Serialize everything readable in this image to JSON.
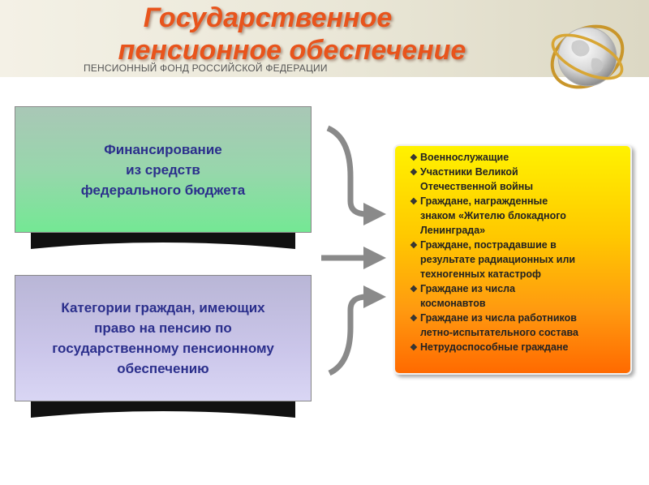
{
  "header": {
    "title_line1": "Государственное",
    "title_line2": "пенсионное обеспечение",
    "subtitle": "ПЕНСИОННЫЙ ФОНД РОССИЙСКОЙ ФЕДЕРАЦИИ"
  },
  "boxes": {
    "financing": [
      "Финансирование",
      "из средств",
      "федерального бюджета"
    ],
    "categories": [
      "Категории граждан, имеющих",
      "право на пенсию по",
      "государственному пенсионному",
      "обеспечению"
    ]
  },
  "list": {
    "items": [
      [
        "Военнослужащие"
      ],
      [
        "Участники Великой",
        "Отечественной войны"
      ],
      [
        "Граждане, награжденные",
        "знаком «Жителю блокадного",
        "Ленинграда»"
      ],
      [
        "Граждане, пострадавшие в",
        "результате радиационных или",
        "техногенных катастроф"
      ],
      [
        "Граждане из числа",
        "космонавтов"
      ],
      [
        "Граждане из числа работников",
        "летно-испытательного состава"
      ],
      [
        "Нетрудоспособные граждане"
      ]
    ],
    "bullet_icon": "diamond-bullet-icon"
  },
  "colors": {
    "title": "#e8541c",
    "box_text": "#2b2f8c",
    "arrow": "#8a8a8a"
  }
}
